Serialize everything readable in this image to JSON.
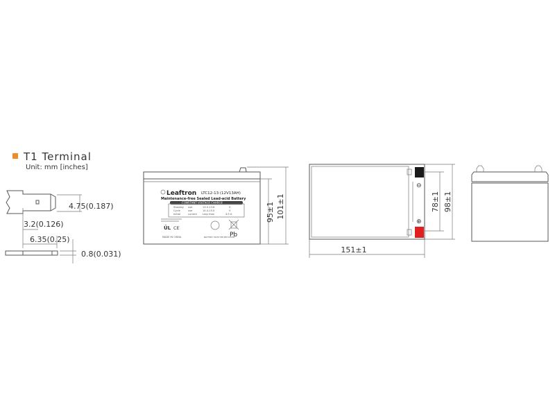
{
  "terminal": {
    "title": "T1 Terminal",
    "unit": "Unit: mm [inches]",
    "accent_color": "#f08a2a",
    "dim_height": "4.75(0.187)",
    "dim_hole": "3.2(0.126)",
    "dim_length": "6.35(0.25)",
    "dim_thickness": "0.8(0.031)"
  },
  "front_view": {
    "brand": "Leaftron",
    "model": "LTC12-13 (12V13AH)",
    "subtitle": "Maintenance-free Sealed Lead-acid Battery",
    "charge_header": "CONSTANT VOLTAGE CHARGE",
    "charge_rows": [
      [
        "Standby",
        "use",
        "13.5-13.8",
        "V"
      ],
      [
        "Cycle",
        "use",
        "14.4-15.0",
        "V"
      ],
      [
        "Initial",
        "current",
        "Less than",
        "3.9 A"
      ]
    ],
    "made_in": "MADE IN CHINA",
    "recycle_text": "BATTERY MUST BE RECYCLED",
    "pb_mark": "Pb",
    "ce_mark": "CE",
    "dim_height": "95±1",
    "dim_total_height": "101±1"
  },
  "top_view": {
    "dim_length": "151±1",
    "dim_terminal_spacing": "78±1",
    "dim_width": "98±1",
    "negative_symbol": "⊖",
    "positive_symbol": "⊕",
    "negative_color": "#1a1a1a",
    "positive_color": "#e02020"
  }
}
